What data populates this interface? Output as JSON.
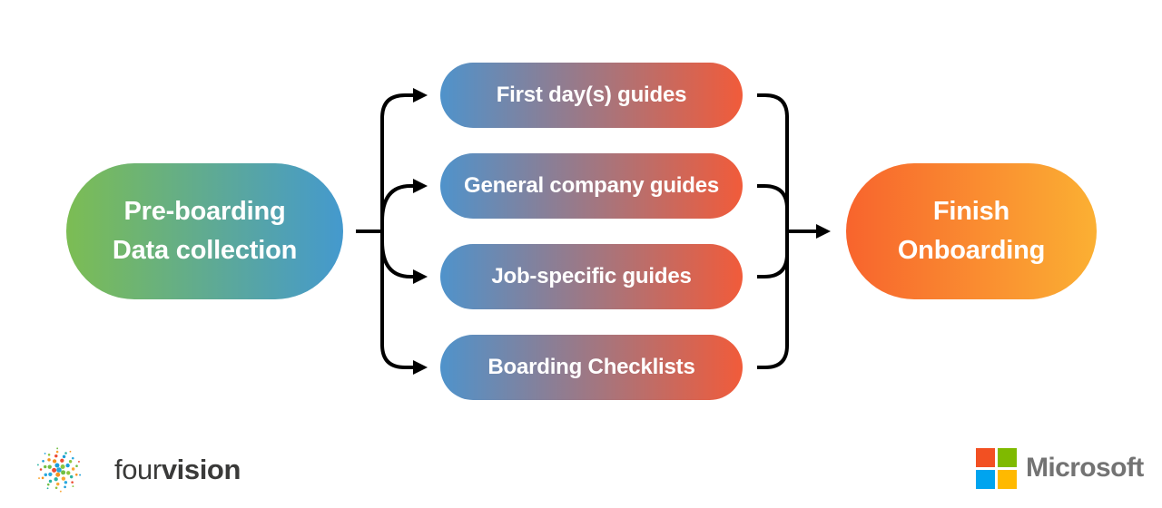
{
  "diagram": {
    "start_node": {
      "line1": "Pre-boarding",
      "line2": "Data collection",
      "gradient_start": "#7cbd53",
      "gradient_end": "#4499ce"
    },
    "branch_nodes": [
      {
        "label": "First day(s) guides"
      },
      {
        "label": "General company guides"
      },
      {
        "label": "Job-specific guides"
      },
      {
        "label": "Boarding Checklists"
      }
    ],
    "branch_gradient_start": "#4f93cb",
    "branch_gradient_end": "#f15b3a",
    "end_node": {
      "line1": "Finish",
      "line2": "Onboarding",
      "gradient_start": "#f8642d",
      "gradient_end": "#fbb033"
    },
    "connector_color": "#000000"
  },
  "footer": {
    "fourvision_logo": {
      "text_regular": "four",
      "text_bold": "vision",
      "text_color": "#3a3a39",
      "dot_colors": [
        "#29a8df",
        "#72bf44",
        "#f6921e",
        "#ed4b32",
        "#1b9dd9",
        "#8dc63f",
        "#faa634",
        "#2bb3a3"
      ]
    },
    "microsoft_logo": {
      "label": "Microsoft",
      "text_color": "#737373",
      "square_colors": {
        "top_left": "#f25022",
        "top_right": "#7fba00",
        "bottom_left": "#00a4ef",
        "bottom_right": "#ffb900"
      }
    }
  }
}
